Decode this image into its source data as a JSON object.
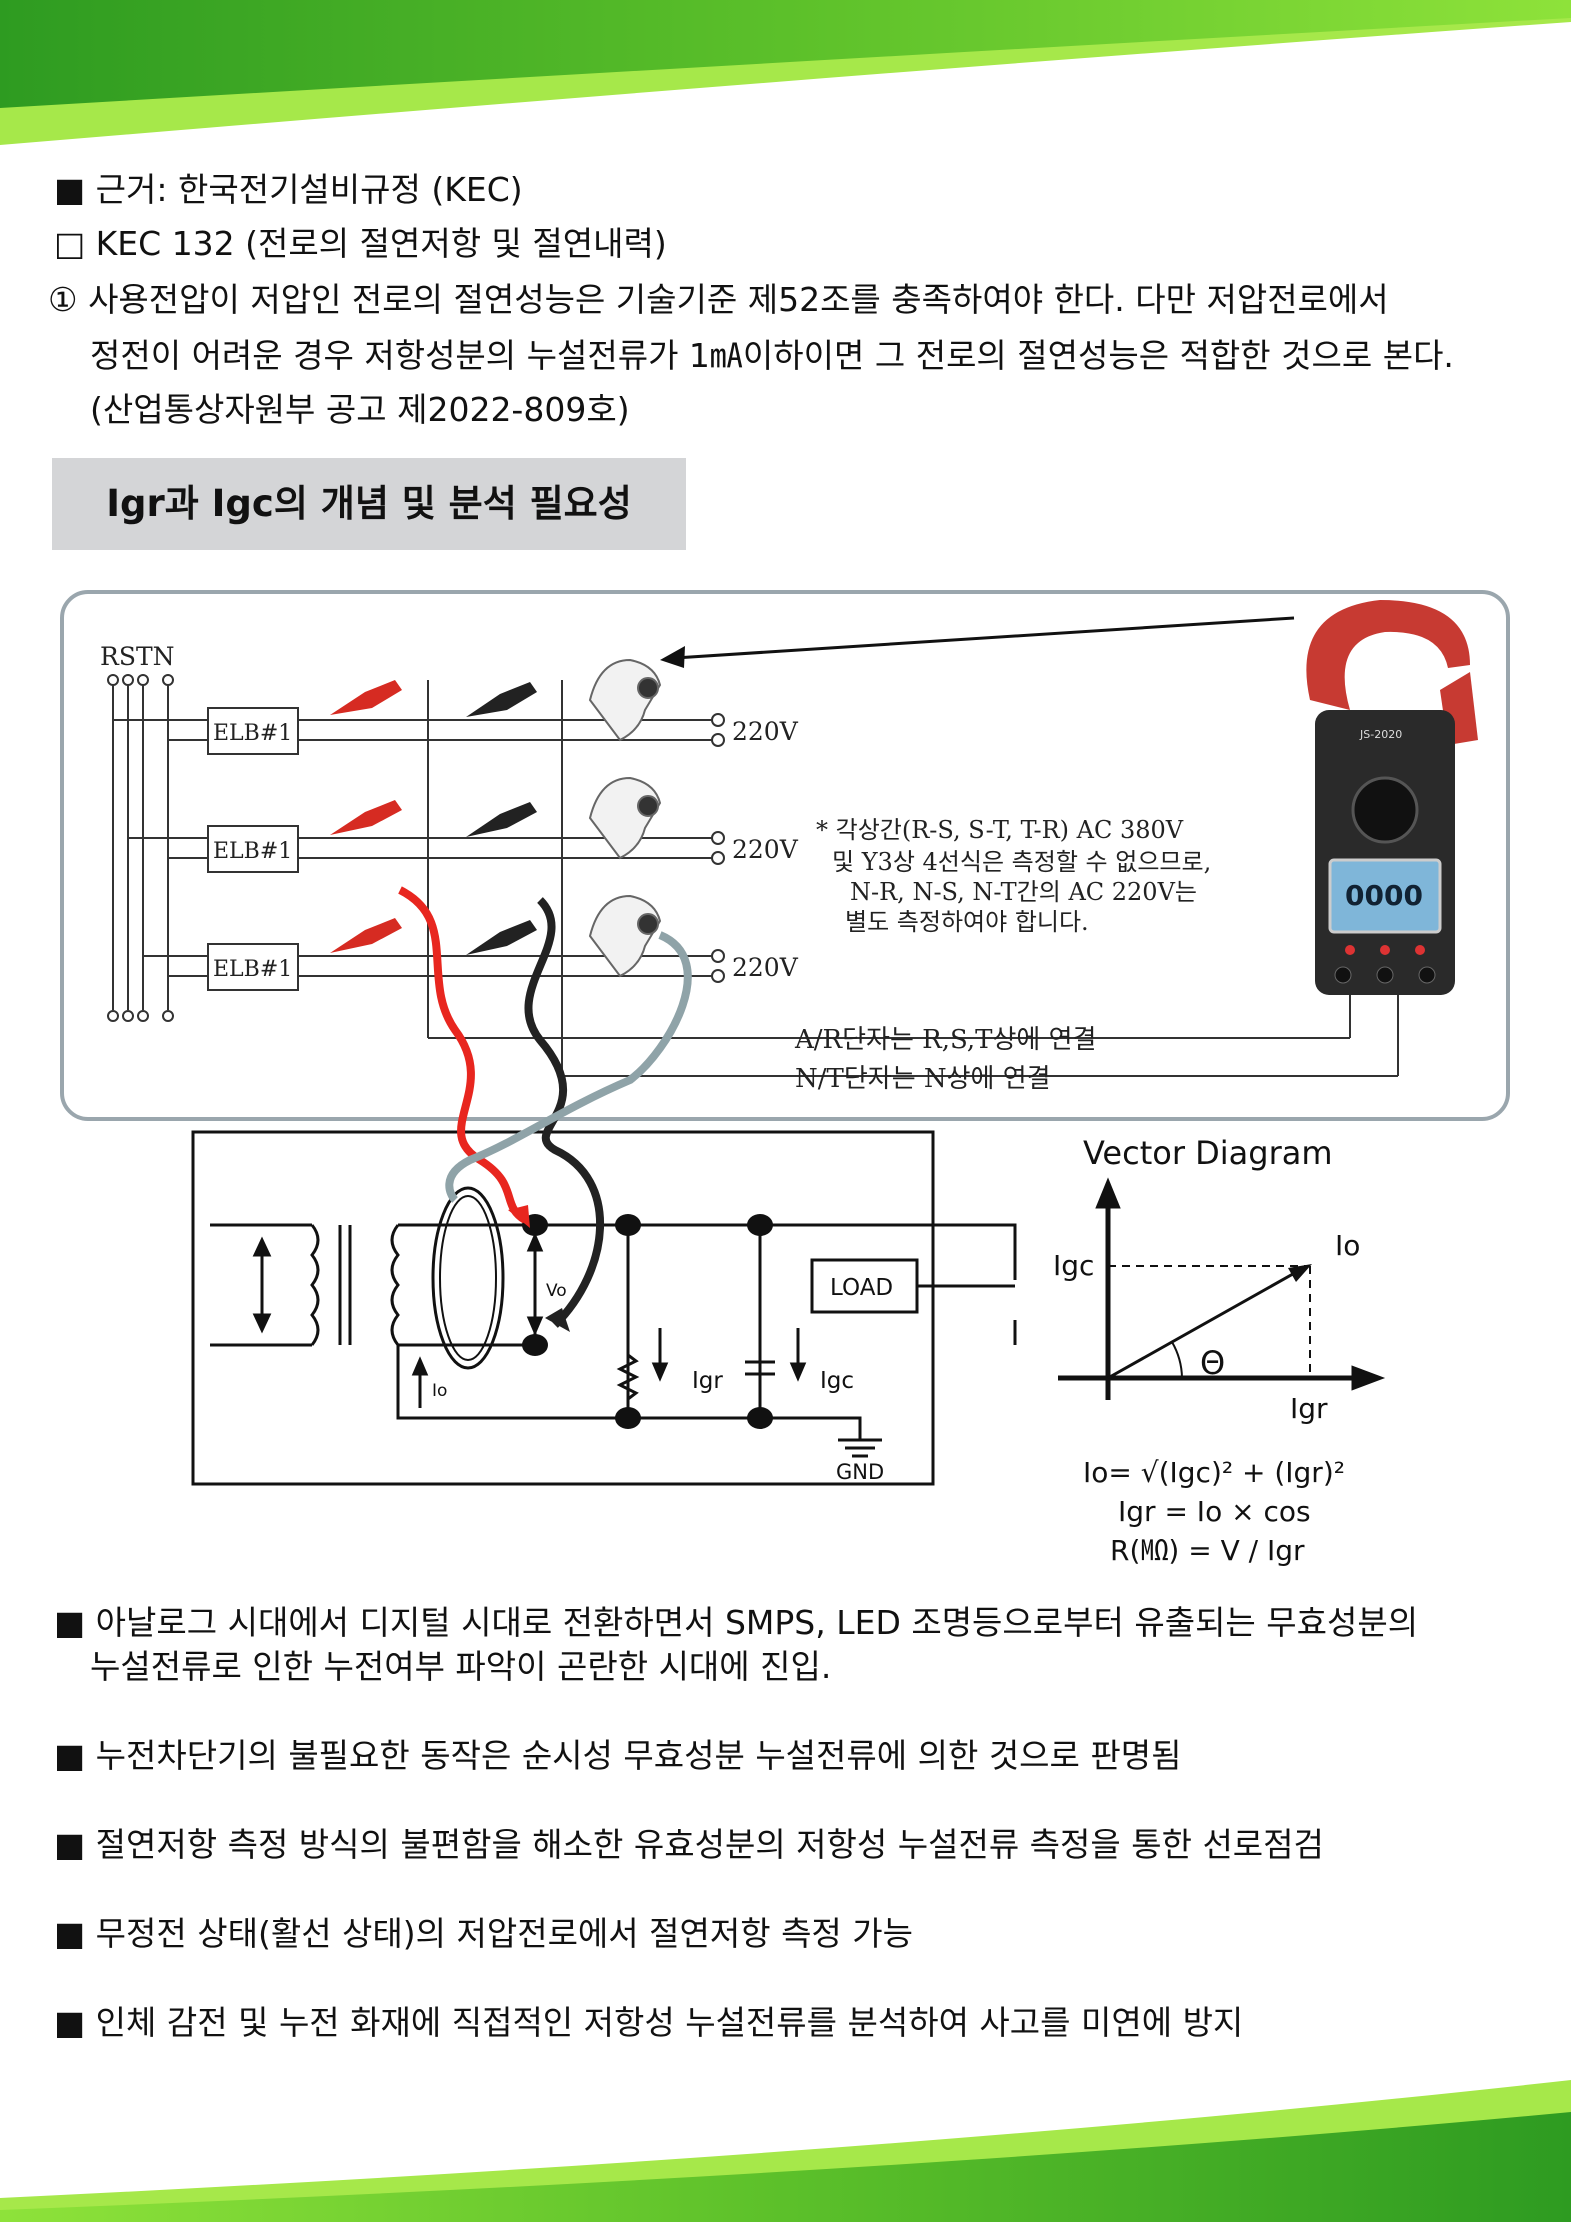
{
  "header": {
    "basis": "■ 근거: 한국전기설비규정 (KEC)",
    "kec132": "□  KEC 132 (전로의 절연저항 및 절연내력)",
    "clause_line1": "① 사용전압이 저압인 전로의 절연성능은 기술기준 제52조를 충족하여야 한다. 다만 저압전로에서",
    "clause_line2": "정전이 어려운 경우 저항성분의 누설전류가 1㎃이하이면 그 전로의 절연성능은 적합한 것으로 본다.",
    "clause_line3": "(산업통상자원부 공고 제2022-809호)"
  },
  "section": {
    "title": "Igr과 Igc의 개념 및 분석 필요성"
  },
  "wiring": {
    "phase_labels": "RSTN",
    "breakers": [
      "ELB#1",
      "ELB#1",
      "ELB#1"
    ],
    "voltages": [
      "220V",
      "220V",
      "220V"
    ],
    "note_line1": "* 각상간(R-S, S-T, T-R) AC 380V",
    "note_line2": "및 Y3상 4선식은 측정할 수 없으므로,",
    "note_line3": "N-R, N-S, N-T간의 AC 220V는",
    "note_line4": "별도 측정하여야 합니다.",
    "ar_label": "A/R단자는 R,S,T상에 연결",
    "nt_label": "N/T단자는 N상에 연결",
    "meter": {
      "model": "JS-2020",
      "display": "0000"
    }
  },
  "circuit": {
    "vo": "Vo",
    "io": "Io",
    "igr": "Igr",
    "igc": "Igc",
    "load": "LOAD",
    "gnd": "GND"
  },
  "vector": {
    "title": "Vector Diagram",
    "igc": "Igc",
    "io": "Io",
    "igr": "Igr",
    "theta": "Θ",
    "formula1": "Io= √(Igc)² + (Igr)²",
    "formula2": "Igr = Io × cos",
    "formula3": "R(㏁) = V / Igr"
  },
  "bullets": {
    "b1_line1": "■ 아날로그 시대에서 디지털 시대로 전환하면서 SMPS, LED 조명등으로부터 유출되는 무효성분의",
    "b1_line2": "누설전류로 인한 누전여부 파악이 곤란한 시대에 진입.",
    "b2": "■ 누전차단기의 불필요한 동작은 순시성 무효성분 누설전류에 의한 것으로 판명됨",
    "b3": "■ 절연저항 측정 방식의 불편함을 해소한 유효성분의 저항성 누설전류 측정을 통한 선로점검",
    "b4": "■ 무정전 상태(활선 상태)의 저압전로에서 절연저항 측정  가능",
    "b5": "■ 인체 감전 및 누전 화재에 직접적인 저항성 누설전류를 분석하여 사고를 미연에 방지"
  },
  "colors": {
    "green_dark": "#2f9d1e",
    "green_light": "#7ed321",
    "title_box": "#d4d5d7",
    "red_lead": "#e8261f",
    "grey_lead": "#8fa3a8"
  }
}
